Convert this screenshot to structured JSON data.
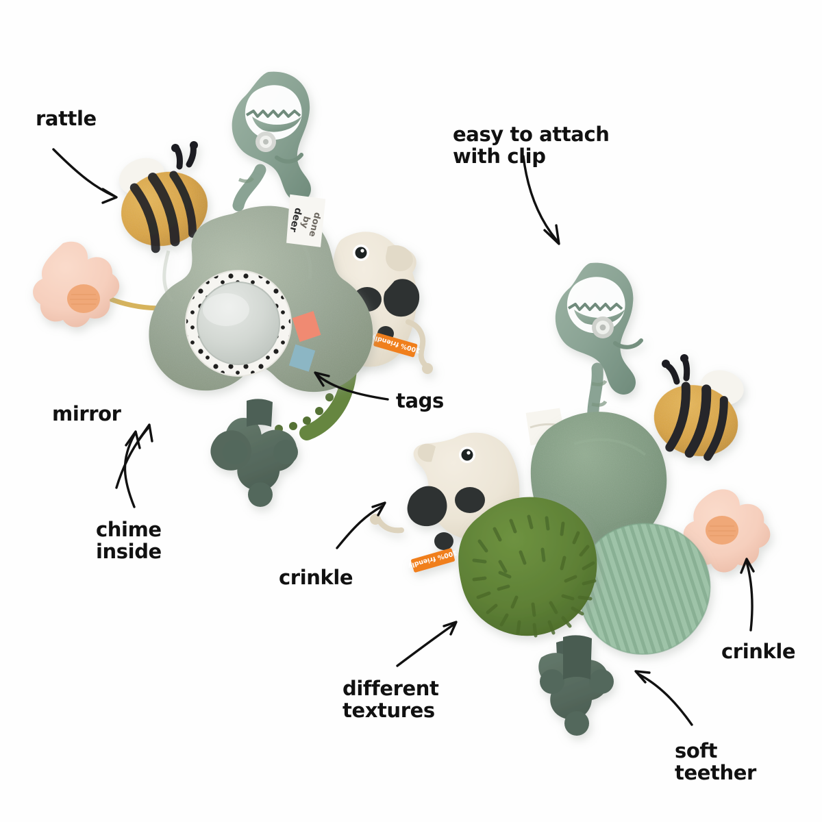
{
  "image": {
    "kind": "product-feature-photo",
    "subject": "baby activity clip-on plush toy (clover / trefoil shape)",
    "background_color": "#ffffff"
  },
  "annotations": {
    "color": "#111111",
    "items": [
      {
        "id": "rattle",
        "text": "rattle",
        "points_to": "plush bee on left toy"
      },
      {
        "id": "easy_to_attach",
        "text": "easy to attach\nwith clip",
        "points_to": "clip on right toy"
      },
      {
        "id": "mirror",
        "text": "mirror",
        "points_to": "round mirror on left toy"
      },
      {
        "id": "tags",
        "text": "tags",
        "points_to": "fabric tags on left toy"
      },
      {
        "id": "chime_inside",
        "text": "chime\ninside",
        "points_to": "body of left toy"
      },
      {
        "id": "crinkle_left",
        "text": "crinkle",
        "points_to": "cow head on right toy"
      },
      {
        "id": "different_textures",
        "text": "different\ntextures",
        "points_to": "chenille lobe on right toy"
      },
      {
        "id": "crinkle_right",
        "text": "crinkle",
        "points_to": "pink flower on right toy"
      },
      {
        "id": "soft_teether",
        "text": "soft\nteether",
        "points_to": "silicone teether on right toy"
      }
    ]
  },
  "product_tags": {
    "brand_label": "done\nby\ndeer",
    "quality_label": "100% friendly"
  },
  "palette": {
    "sage_plush": "#9aa896",
    "sage_plush_dark": "#8d9c89",
    "sage_plush_light": "#aebaa8",
    "teether_green": "#5a6f62",
    "teether_green_dark": "#4e6156",
    "clip_green": "#8aa394",
    "clip_green_dark": "#74907f",
    "chenille_green": "#5e8036",
    "chenille_green_dark": "#4d6b2b",
    "corduroy_mint": "#9ec3a8",
    "corduroy_mint_dark": "#87b195",
    "smooth_sage": "#7f9a80",
    "cow_cream": "#ece5d6",
    "cow_spot": "#2f3330",
    "bee_gold": "#d9a43f",
    "bee_stripe": "#26262a",
    "bee_wing": "#f6f4ee",
    "flower_pink": "#f6cfbd",
    "flower_center": "#f0a878",
    "cord_gold": "#d6b35c",
    "tag_coral": "#f08a72",
    "tag_blue": "#8cb6c4",
    "tag_orange": "#f07f1f",
    "mirror_glass": "#cfd3cf",
    "mirror_rim": "#f6f5f1"
  },
  "objects": {
    "left_toy": {
      "name": "clover plush — front (mirror side)",
      "parts": [
        "clip",
        "bee rattle",
        "pink flower",
        "mirror",
        "coral tag",
        "blue tag",
        "cow head",
        "silicone teether",
        "brand label"
      ]
    },
    "right_toy": {
      "name": "clover plush — back (textures side)",
      "parts": [
        "clip",
        "bee rattle",
        "pink flower",
        "cow head",
        "smooth sage lobe",
        "chenille lobe",
        "corduroy lobe",
        "crinkle tab",
        "silicone teether"
      ]
    }
  }
}
